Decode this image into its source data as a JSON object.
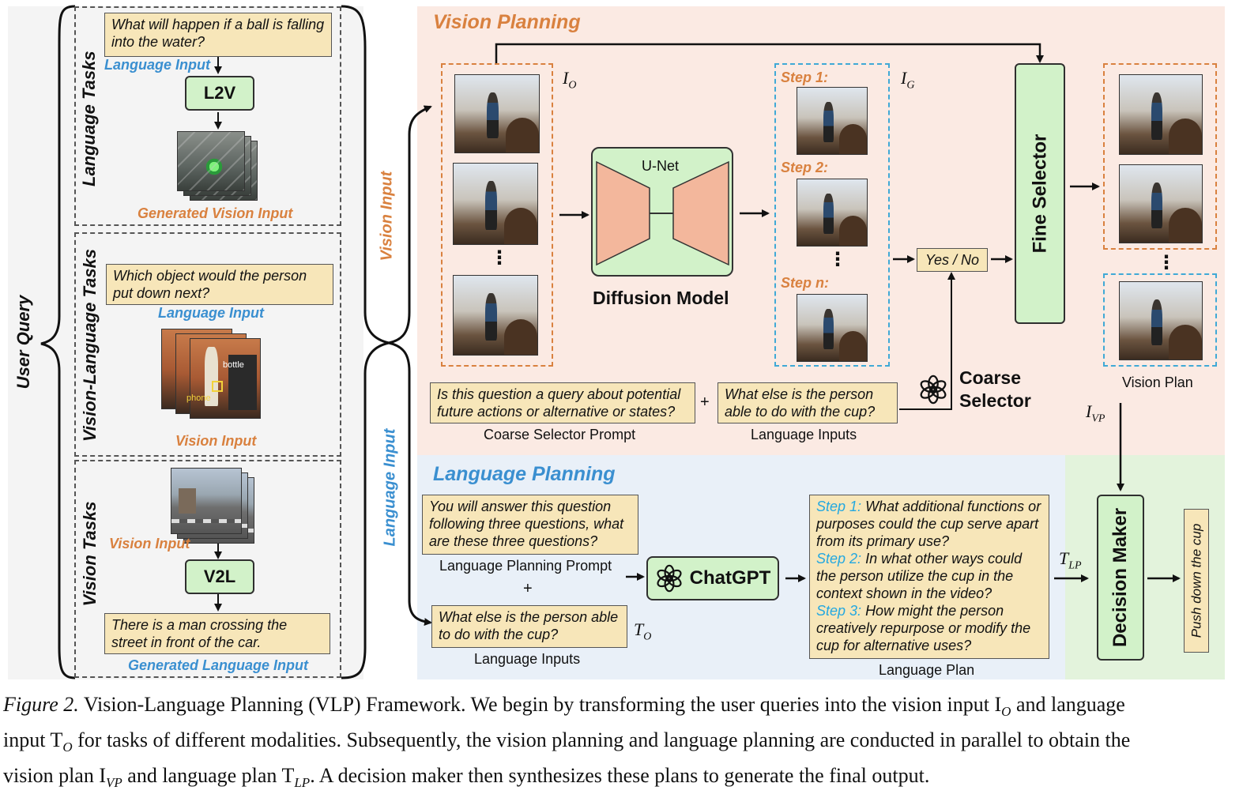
{
  "user_query": {
    "label": "User Query",
    "language_tasks": {
      "label": "Language Tasks",
      "question": "What will happen if a ball is falling into the water?",
      "input_label": "Language Input",
      "module": "L2V",
      "output_label": "Generated Vision Input"
    },
    "vision_language_tasks": {
      "label": "Vision-Language Tasks",
      "question": "Which object would the person put down next?",
      "input_label": "Language Input",
      "image_tags": [
        "bottle",
        "phone"
      ],
      "vision_label": "Vision Input"
    },
    "vision_tasks": {
      "label": "Vision Tasks",
      "input_label": "Vision Input",
      "module": "V2L",
      "output_text": "There is a man crossing the street in front of the car.",
      "output_label": "Generated Language Input"
    },
    "branch_labels": {
      "vision": "Vision Input",
      "language": "Language Input"
    }
  },
  "vision_planning": {
    "title": "Vision Planning",
    "io_label": "I",
    "io_sub": "O",
    "ig_label": "I",
    "ig_sub": "G",
    "ellipsis": "⋮",
    "unet_label": "U-Net",
    "diffusion_label": "Diffusion Model",
    "steps": [
      "Step 1:",
      "Step 2:",
      "Step n:"
    ],
    "yes_no": "Yes / No",
    "fine_selector": "Fine Selector",
    "coarse_selector": "Coarse Selector",
    "coarse_prompt": "Is this question a query about potential future actions or alternative or states?",
    "coarse_prompt_caption": "Coarse Selector Prompt",
    "plus": "+",
    "language_inputs_text": "What else is the person able to do with the cup?",
    "language_inputs_caption": "Language Inputs",
    "vision_plan_caption": "Vision Plan",
    "ivp_label": "I",
    "ivp_sub": "VP"
  },
  "language_planning": {
    "title": "Language Planning",
    "prompt_text": "You will answer this question following three questions, what are these three questions?",
    "prompt_caption": "Language Planning Prompt",
    "plus": "+",
    "input_text": "What else is the person able to do with the cup?",
    "input_caption": "Language Inputs",
    "to_label": "T",
    "to_sub": "O",
    "chatgpt": "ChatGPT",
    "plan_steps": [
      {
        "step": "Step 1:",
        "text": "What additional functions or purposes could the cup serve apart from its primary use?"
      },
      {
        "step": "Step 2:",
        "text": "In what other ways could the person utilize the cup in the context shown in the video?"
      },
      {
        "step": "Step 3:",
        "text": "How might the person creatively repurpose or modify the cup for alternative uses?"
      }
    ],
    "plan_caption": "Language Plan",
    "tlp_label": "T",
    "tlp_sub": "LP"
  },
  "decision": {
    "label": "Decision Maker",
    "output": "Push down the cup"
  },
  "figure_caption": {
    "prefix": "Figure 2.",
    "text": " Vision-Language Planning (VLP) Framework. We begin by transforming the user queries into the vision input I",
    "line1_sub": "O",
    "line1_end": " and language",
    "line2_a": "input T",
    "line2_sub": "O",
    "line2_b": " for tasks of different modalities. Subsequently, the vision planning and language planning are conducted in parallel to obtain the",
    "line3_a": "vision plan I",
    "line3_sub1": "VP",
    "line3_b": " and language plan T",
    "line3_sub2": "LP",
    "line3_c": ". A decision maker then synthesizes these plans to generate the final output."
  },
  "colors": {
    "vision_panel": "#fbeae3",
    "language_panel": "#e9f0f8",
    "decision_panel": "#e3f3dc",
    "orange": "#d9813f",
    "blue": "#3a8fd0",
    "note": "#f7e6b9",
    "green": "#d2f2c9",
    "salmon": "#f3b79c"
  }
}
